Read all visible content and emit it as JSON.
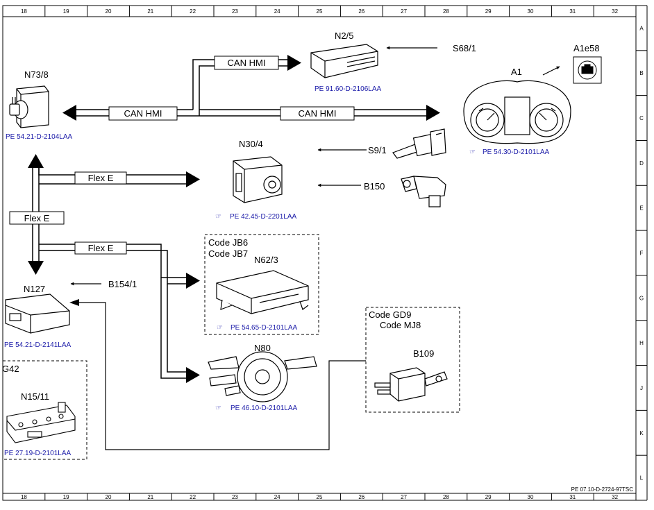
{
  "grid": {
    "columns": [
      "18",
      "19",
      "20",
      "21",
      "22",
      "23",
      "24",
      "25",
      "26",
      "27",
      "28",
      "29",
      "30",
      "31",
      "32"
    ],
    "rows": [
      "A",
      "B",
      "C",
      "D",
      "E",
      "F",
      "G",
      "H",
      "J",
      "K",
      "L"
    ]
  },
  "components": {
    "n73_8": {
      "label": "N73/8",
      "ref": "PE 54.21-D-2104LAA"
    },
    "n2_5": {
      "label": "N2/5",
      "ref": "PE 91.60-D-2106LAA"
    },
    "s68_1": {
      "label": "S68/1"
    },
    "a1e58": {
      "label": "A1e58"
    },
    "a1": {
      "label": "A1",
      "ref": "PE 54.30-D-2101LAA"
    },
    "n30_4": {
      "label": "N30/4",
      "ref": "PE 42.45-D-2201LAA"
    },
    "s9_1": {
      "label": "S9/1"
    },
    "b150": {
      "label": "B150"
    },
    "n62_3": {
      "label": "N62/3",
      "code1": "Code JB6",
      "code2": "Code JB7",
      "ref": "PE 54.65-D-2101LAA"
    },
    "n127": {
      "label": "N127",
      "ref": "PE 54.21-D-2141LAA"
    },
    "b154_1": {
      "label": "B154/1"
    },
    "n80": {
      "label": "N80",
      "ref": "PE 46.10-D-2101LAA"
    },
    "b109": {
      "label": "B109",
      "code1": "Code GD9",
      "code2": "Code MJ8"
    },
    "g42": {
      "label": "G42"
    },
    "n15_11": {
      "label": "N15/11",
      "ref": "PE 27.19-D-2101LAA"
    }
  },
  "buses": {
    "can_top": "CAN HMI",
    "can_left": "CAN HMI",
    "can_right": "CAN HMI",
    "flex_upper": "Flex E",
    "flex_left": "Flex E",
    "flex_lower": "Flex E"
  },
  "footer": {
    "stamp": "PE 07.10-D-2724-97TSC"
  }
}
